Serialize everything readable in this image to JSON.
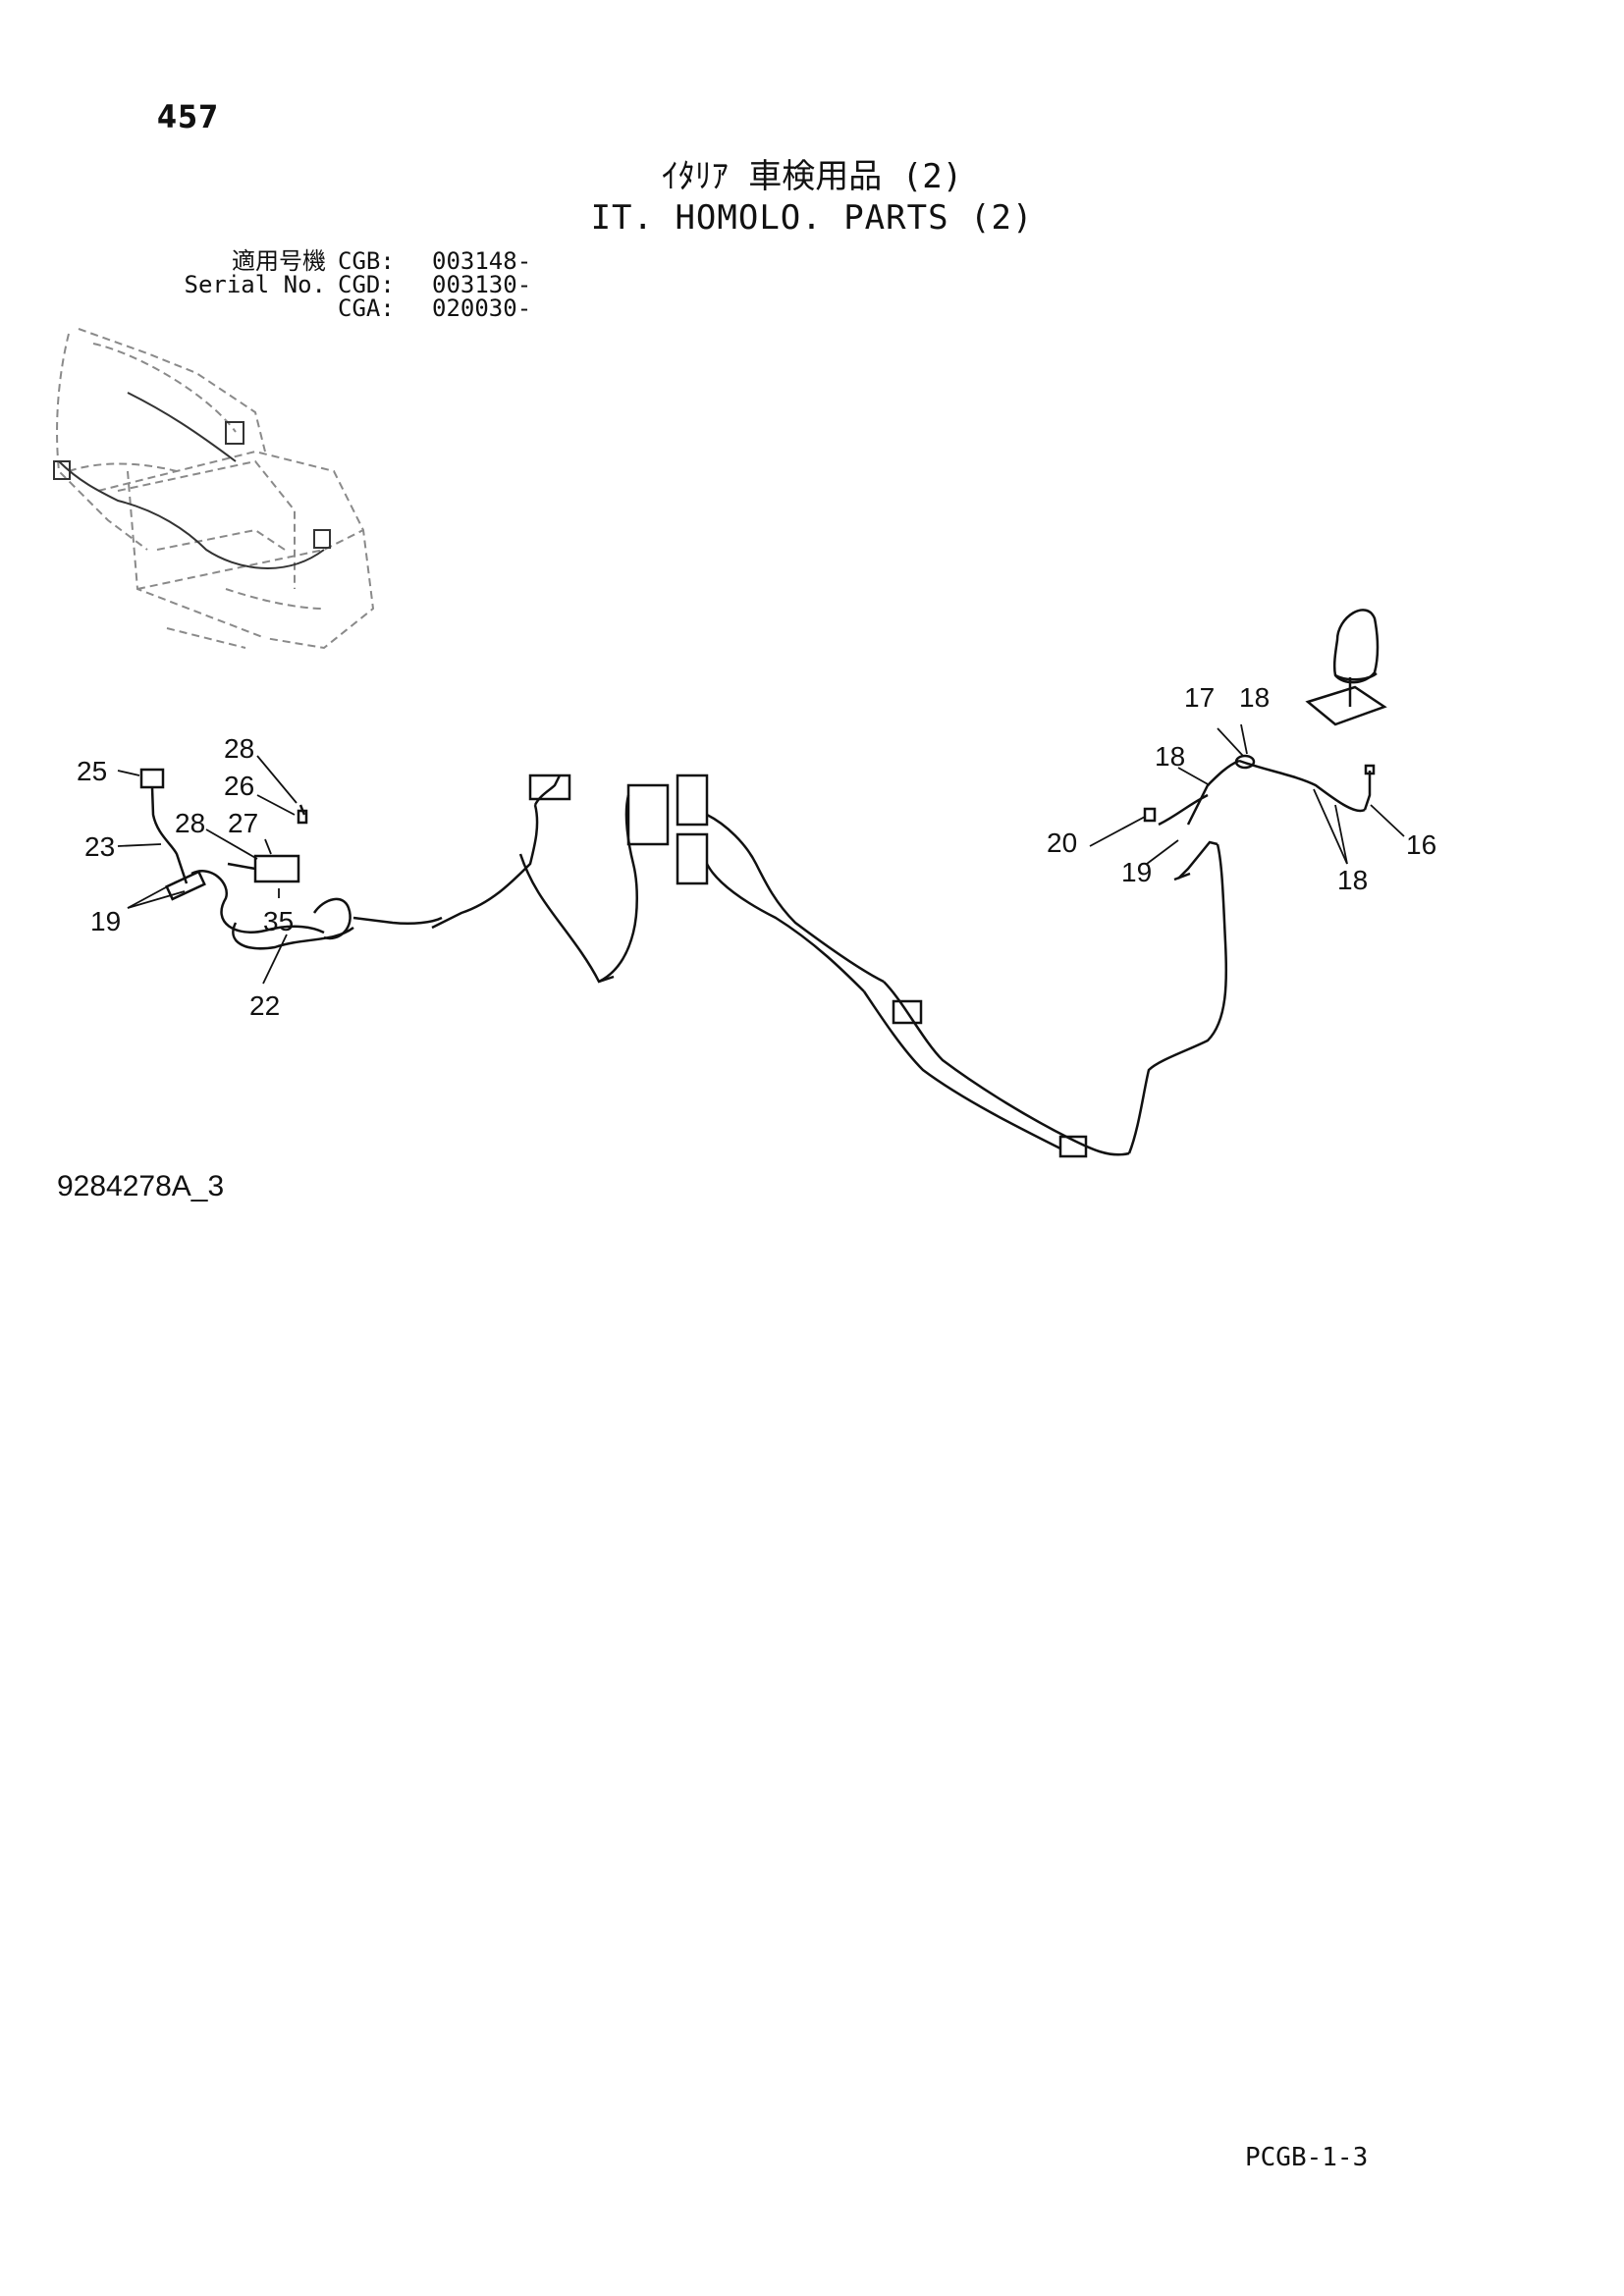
{
  "page": {
    "number": "457",
    "footer_code": "PCGB-1-3",
    "drawing_number": "9284278A_3"
  },
  "title": {
    "japanese": "ｲﾀﾘｱ 車検用品 (2)",
    "english": "IT. HOMOLO. PARTS (2)"
  },
  "serial_info": {
    "rows": [
      {
        "label": "適用号機",
        "code": "CGB:",
        "number": "003148-"
      },
      {
        "label": "Serial No.",
        "code": "CGD:",
        "number": "003130-"
      },
      {
        "label": "",
        "code": "CGA:",
        "number": "020030-"
      }
    ]
  },
  "callouts": [
    "25",
    "28",
    "26",
    "28",
    "27",
    "23",
    "19",
    "35",
    "22",
    "17",
    "18",
    "18",
    "20",
    "19",
    "16",
    "18"
  ],
  "colors": {
    "line": "#111111",
    "ghost": "#888888",
    "background": "#ffffff"
  }
}
